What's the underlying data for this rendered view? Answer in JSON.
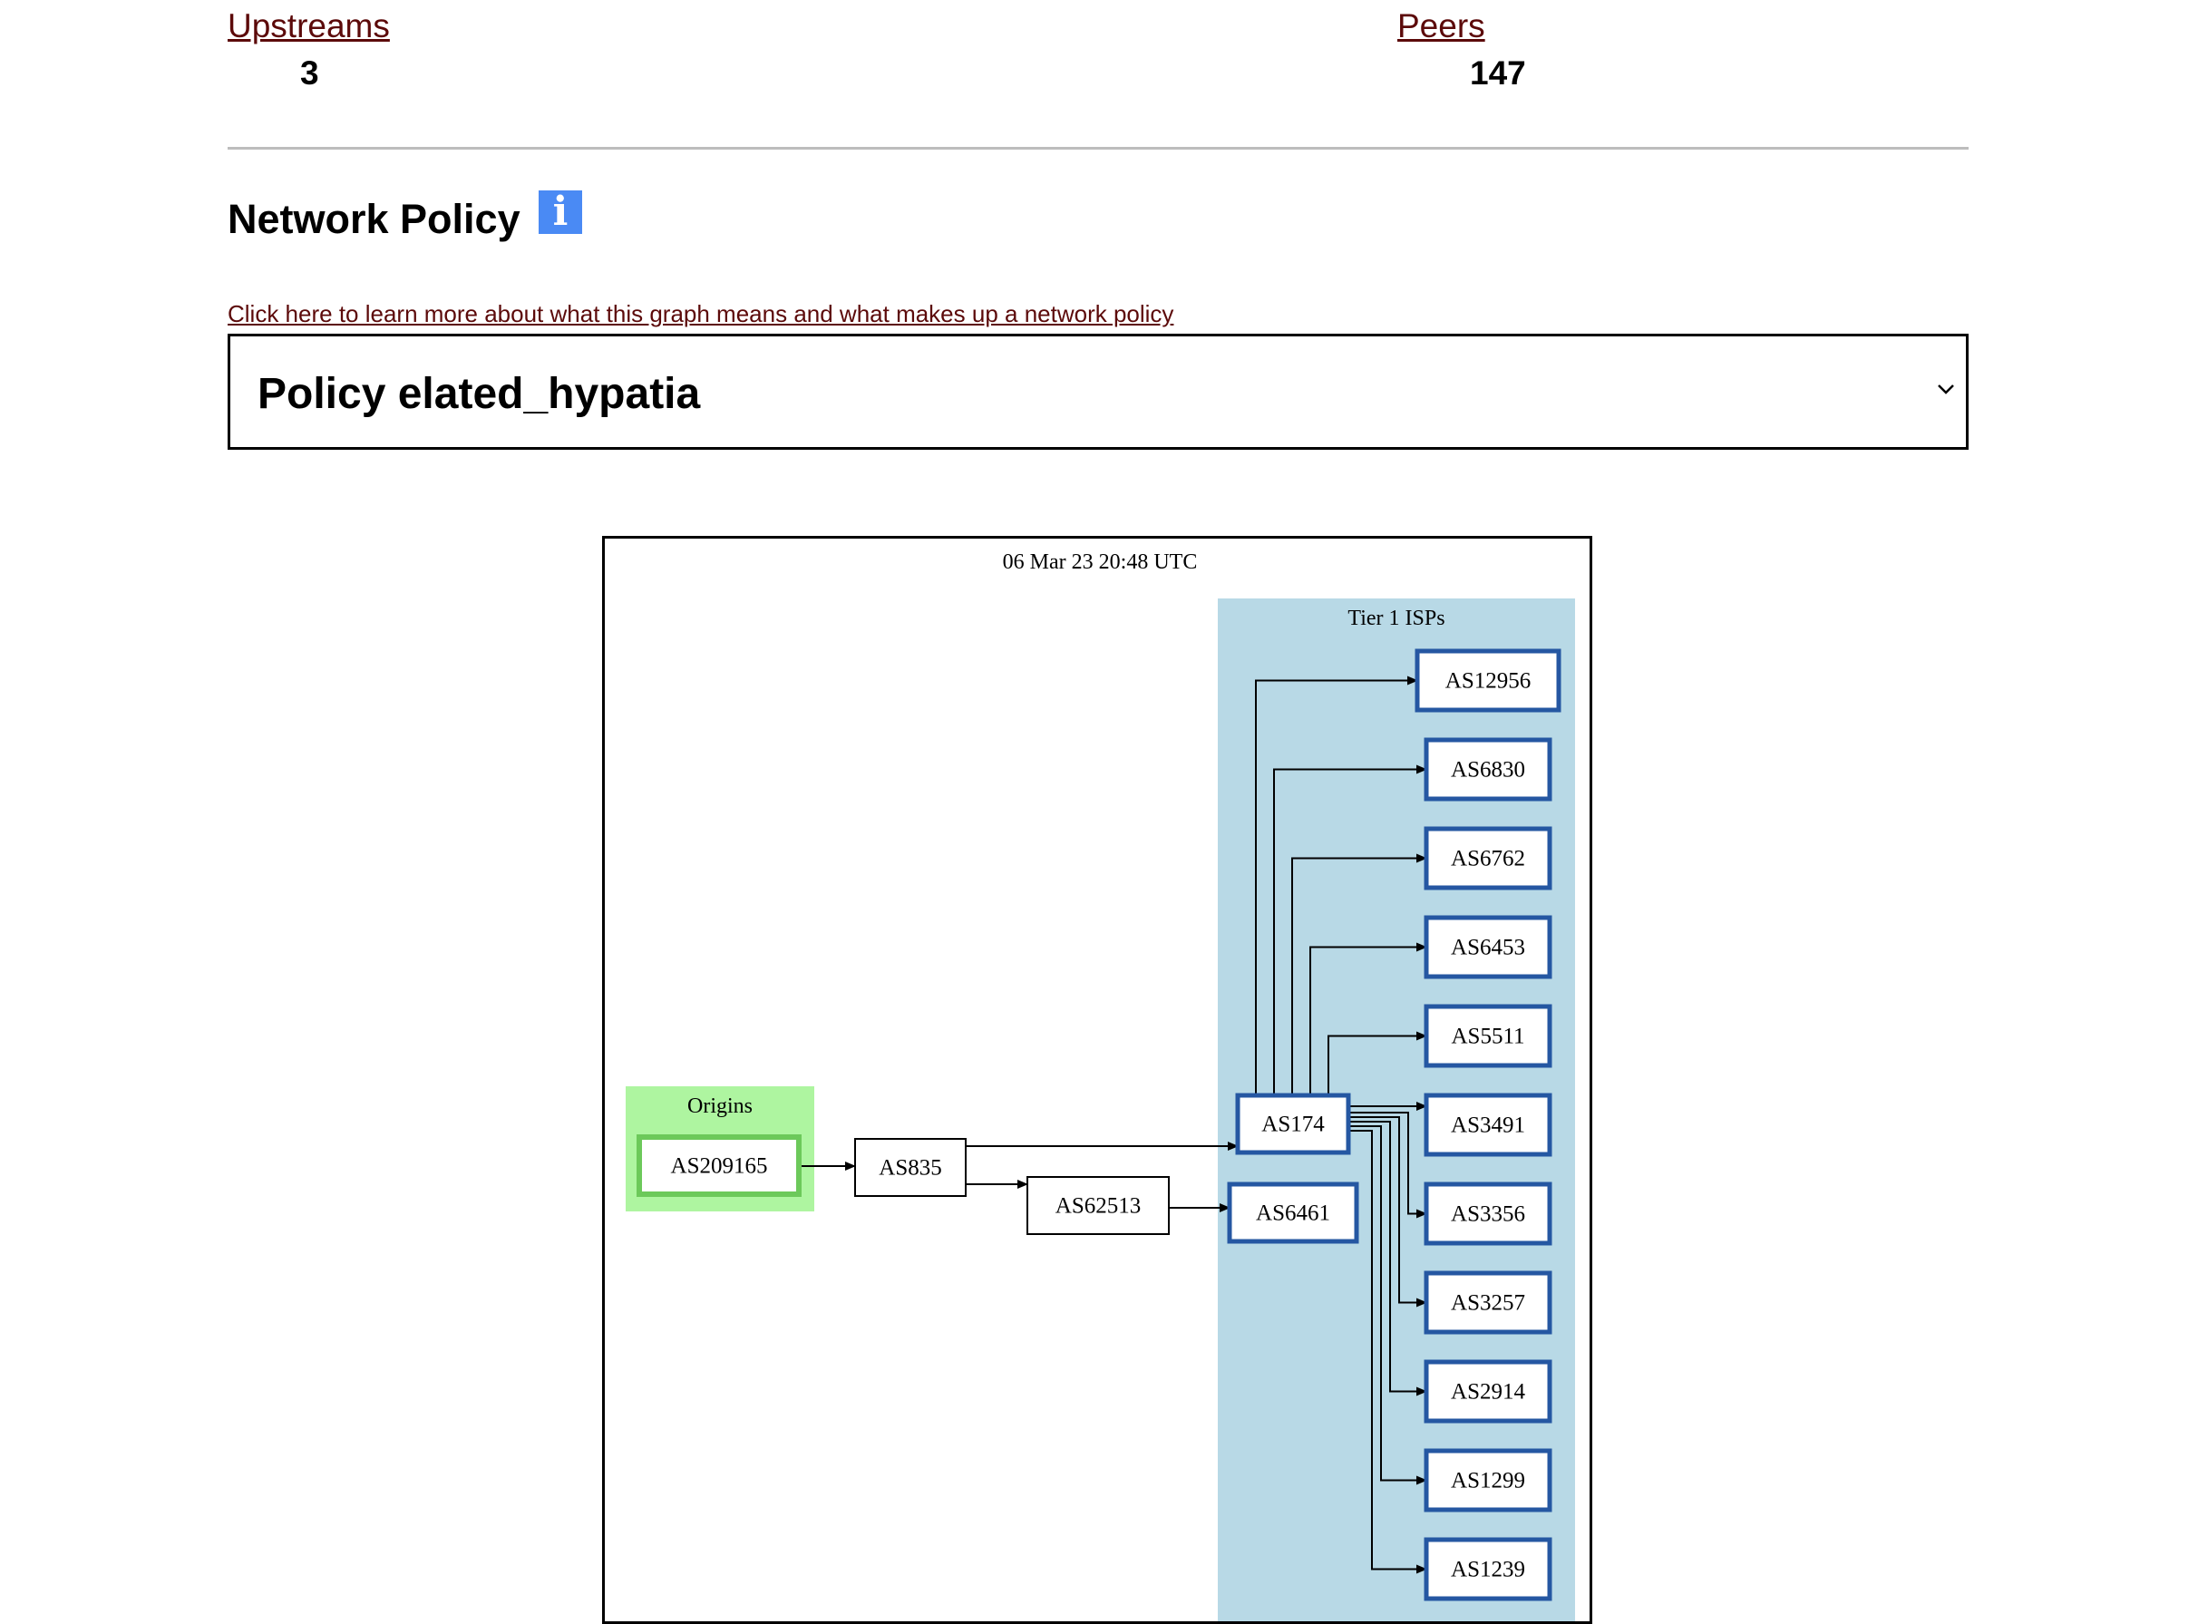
{
  "stats": {
    "upstreams": {
      "label": "Upstreams",
      "value": "3"
    },
    "peers": {
      "label": "Peers",
      "value": "147"
    }
  },
  "section": {
    "title": "Network Policy",
    "info_icon": "info-icon",
    "learn_more": "Click here to learn more about what this graph means and what makes up a network policy"
  },
  "policy_select": {
    "selected": "Policy elated_hypatia",
    "icon": "chevron-down-icon"
  },
  "graph": {
    "timestamp": "06 Mar 23 20:48 UTC",
    "origins_label": "Origins",
    "tier1_label": "Tier 1 ISPs",
    "origin": "AS209165",
    "intermediate": [
      "AS835",
      "AS62513"
    ],
    "tier1_sources": [
      "AS174",
      "AS6461"
    ],
    "tier1_targets": [
      "AS12956",
      "AS6830",
      "AS6762",
      "AS6453",
      "AS5511",
      "AS3491",
      "AS3356",
      "AS3257",
      "AS2914",
      "AS1299",
      "AS1239"
    ],
    "colors": {
      "origins_fill": "#aef5a0",
      "origin_border": "#6cc95a",
      "tier1_fill": "#b8d9e6",
      "tier1_border": "#2557a2",
      "link": "#5c0a0a"
    }
  }
}
